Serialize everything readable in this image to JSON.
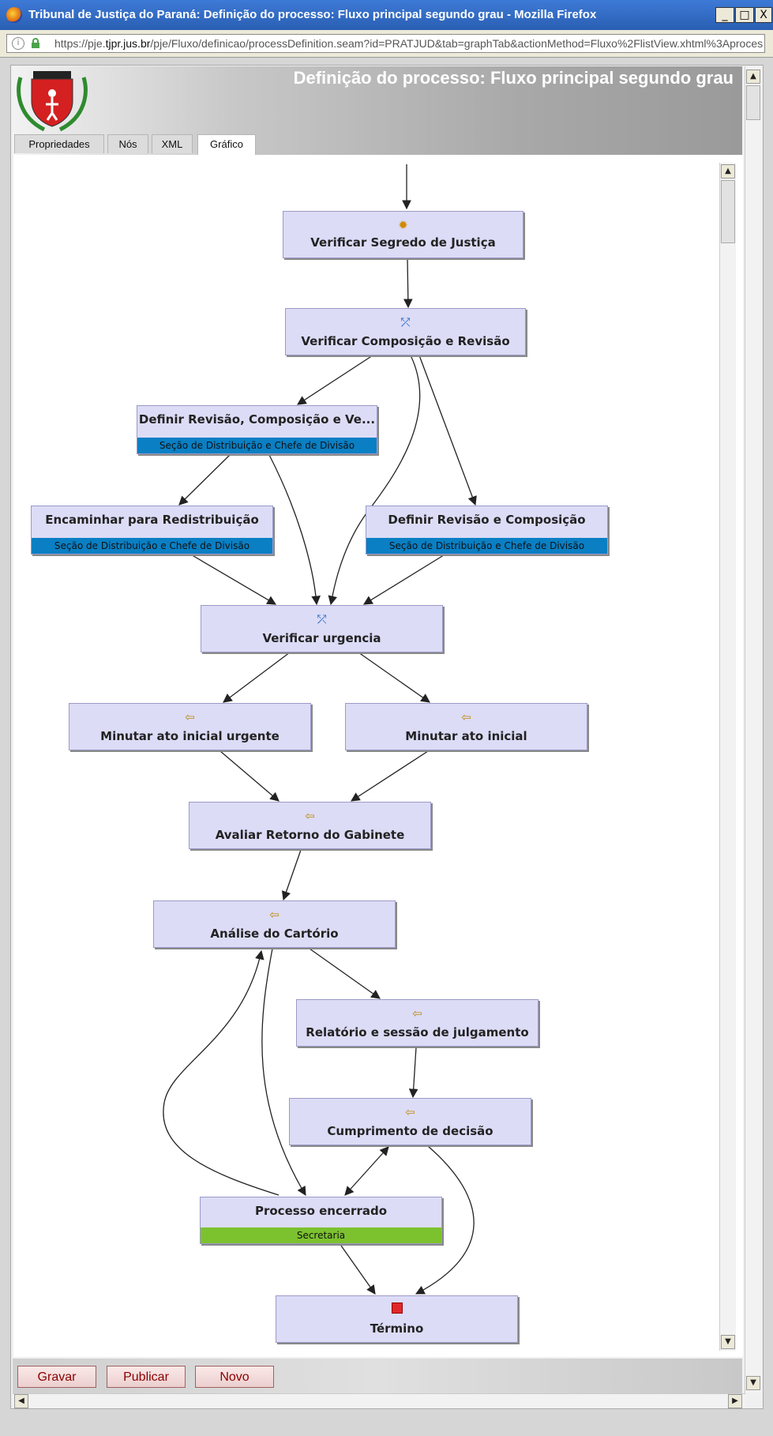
{
  "window": {
    "title": "Tribunal de Justiça do Paraná: Definição do processo: Fluxo principal segundo grau - Mozilla Firefox",
    "controls": {
      "minimize": "_",
      "maximize": "□",
      "close": "X"
    }
  },
  "urlbar": {
    "url_prefix": "https://pje.",
    "url_domain": "tjpr.jus.br",
    "url_rest": "/pje/Fluxo/definicao/processDefinition.seam?id=PRATJUD&tab=graphTab&actionMethod=Fluxo%2FlistView.xhtml%3Aproces"
  },
  "header": {
    "title": "Definição do processo: Fluxo principal segundo grau"
  },
  "tabs": [
    {
      "label": "Propriedades",
      "active": false
    },
    {
      "label": "Nós",
      "active": false
    },
    {
      "label": "XML",
      "active": false
    },
    {
      "label": "Gráfico",
      "active": true
    }
  ],
  "graph": {
    "nodes": [
      {
        "id": "n1",
        "label": "Verificar Segredo de Justiça",
        "icon": "gear-icon"
      },
      {
        "id": "n2",
        "label": "Verificar Composição e Revisão",
        "icon": "decision-icon"
      },
      {
        "id": "n3",
        "label": "Definir Revisão, Composição e Ve...",
        "swimlane": "Seção de Distribuição e Chefe de Divisão"
      },
      {
        "id": "n4",
        "label": "Encaminhar para Redistribuição",
        "swimlane": "Seção de Distribuição e Chefe de Divisão"
      },
      {
        "id": "n5",
        "label": "Definir Revisão e Composição",
        "swimlane": "Seção de Distribuição e Chefe de Divisão"
      },
      {
        "id": "n6",
        "label": "Verificar urgencia",
        "icon": "decision-icon"
      },
      {
        "id": "n7",
        "label": "Minutar ato inicial urgente",
        "icon": "task-node-icon"
      },
      {
        "id": "n8",
        "label": "Minutar ato inicial",
        "icon": "task-node-icon"
      },
      {
        "id": "n9",
        "label": "Avaliar Retorno do Gabinete",
        "icon": "task-node-icon"
      },
      {
        "id": "n10",
        "label": "Análise do Cartório",
        "icon": "task-node-icon"
      },
      {
        "id": "n11",
        "label": "Relatório e sessão de julgamento",
        "icon": "task-node-icon"
      },
      {
        "id": "n12",
        "label": "Cumprimento de decisão",
        "icon": "task-node-icon"
      },
      {
        "id": "n13",
        "label": "Processo encerrado",
        "swimlane": "Secretaria"
      },
      {
        "id": "n14",
        "label": "Término",
        "icon": "end-state-icon"
      }
    ],
    "colors": {
      "node_fill": "#dcdcf7",
      "swimlane_blue": "#0a7fc4",
      "swimlane_green": "#7cc22f",
      "end_marker": "#e0282a"
    }
  },
  "footer": {
    "buttons": [
      {
        "label": "Gravar"
      },
      {
        "label": "Publicar"
      },
      {
        "label": "Novo"
      }
    ]
  }
}
